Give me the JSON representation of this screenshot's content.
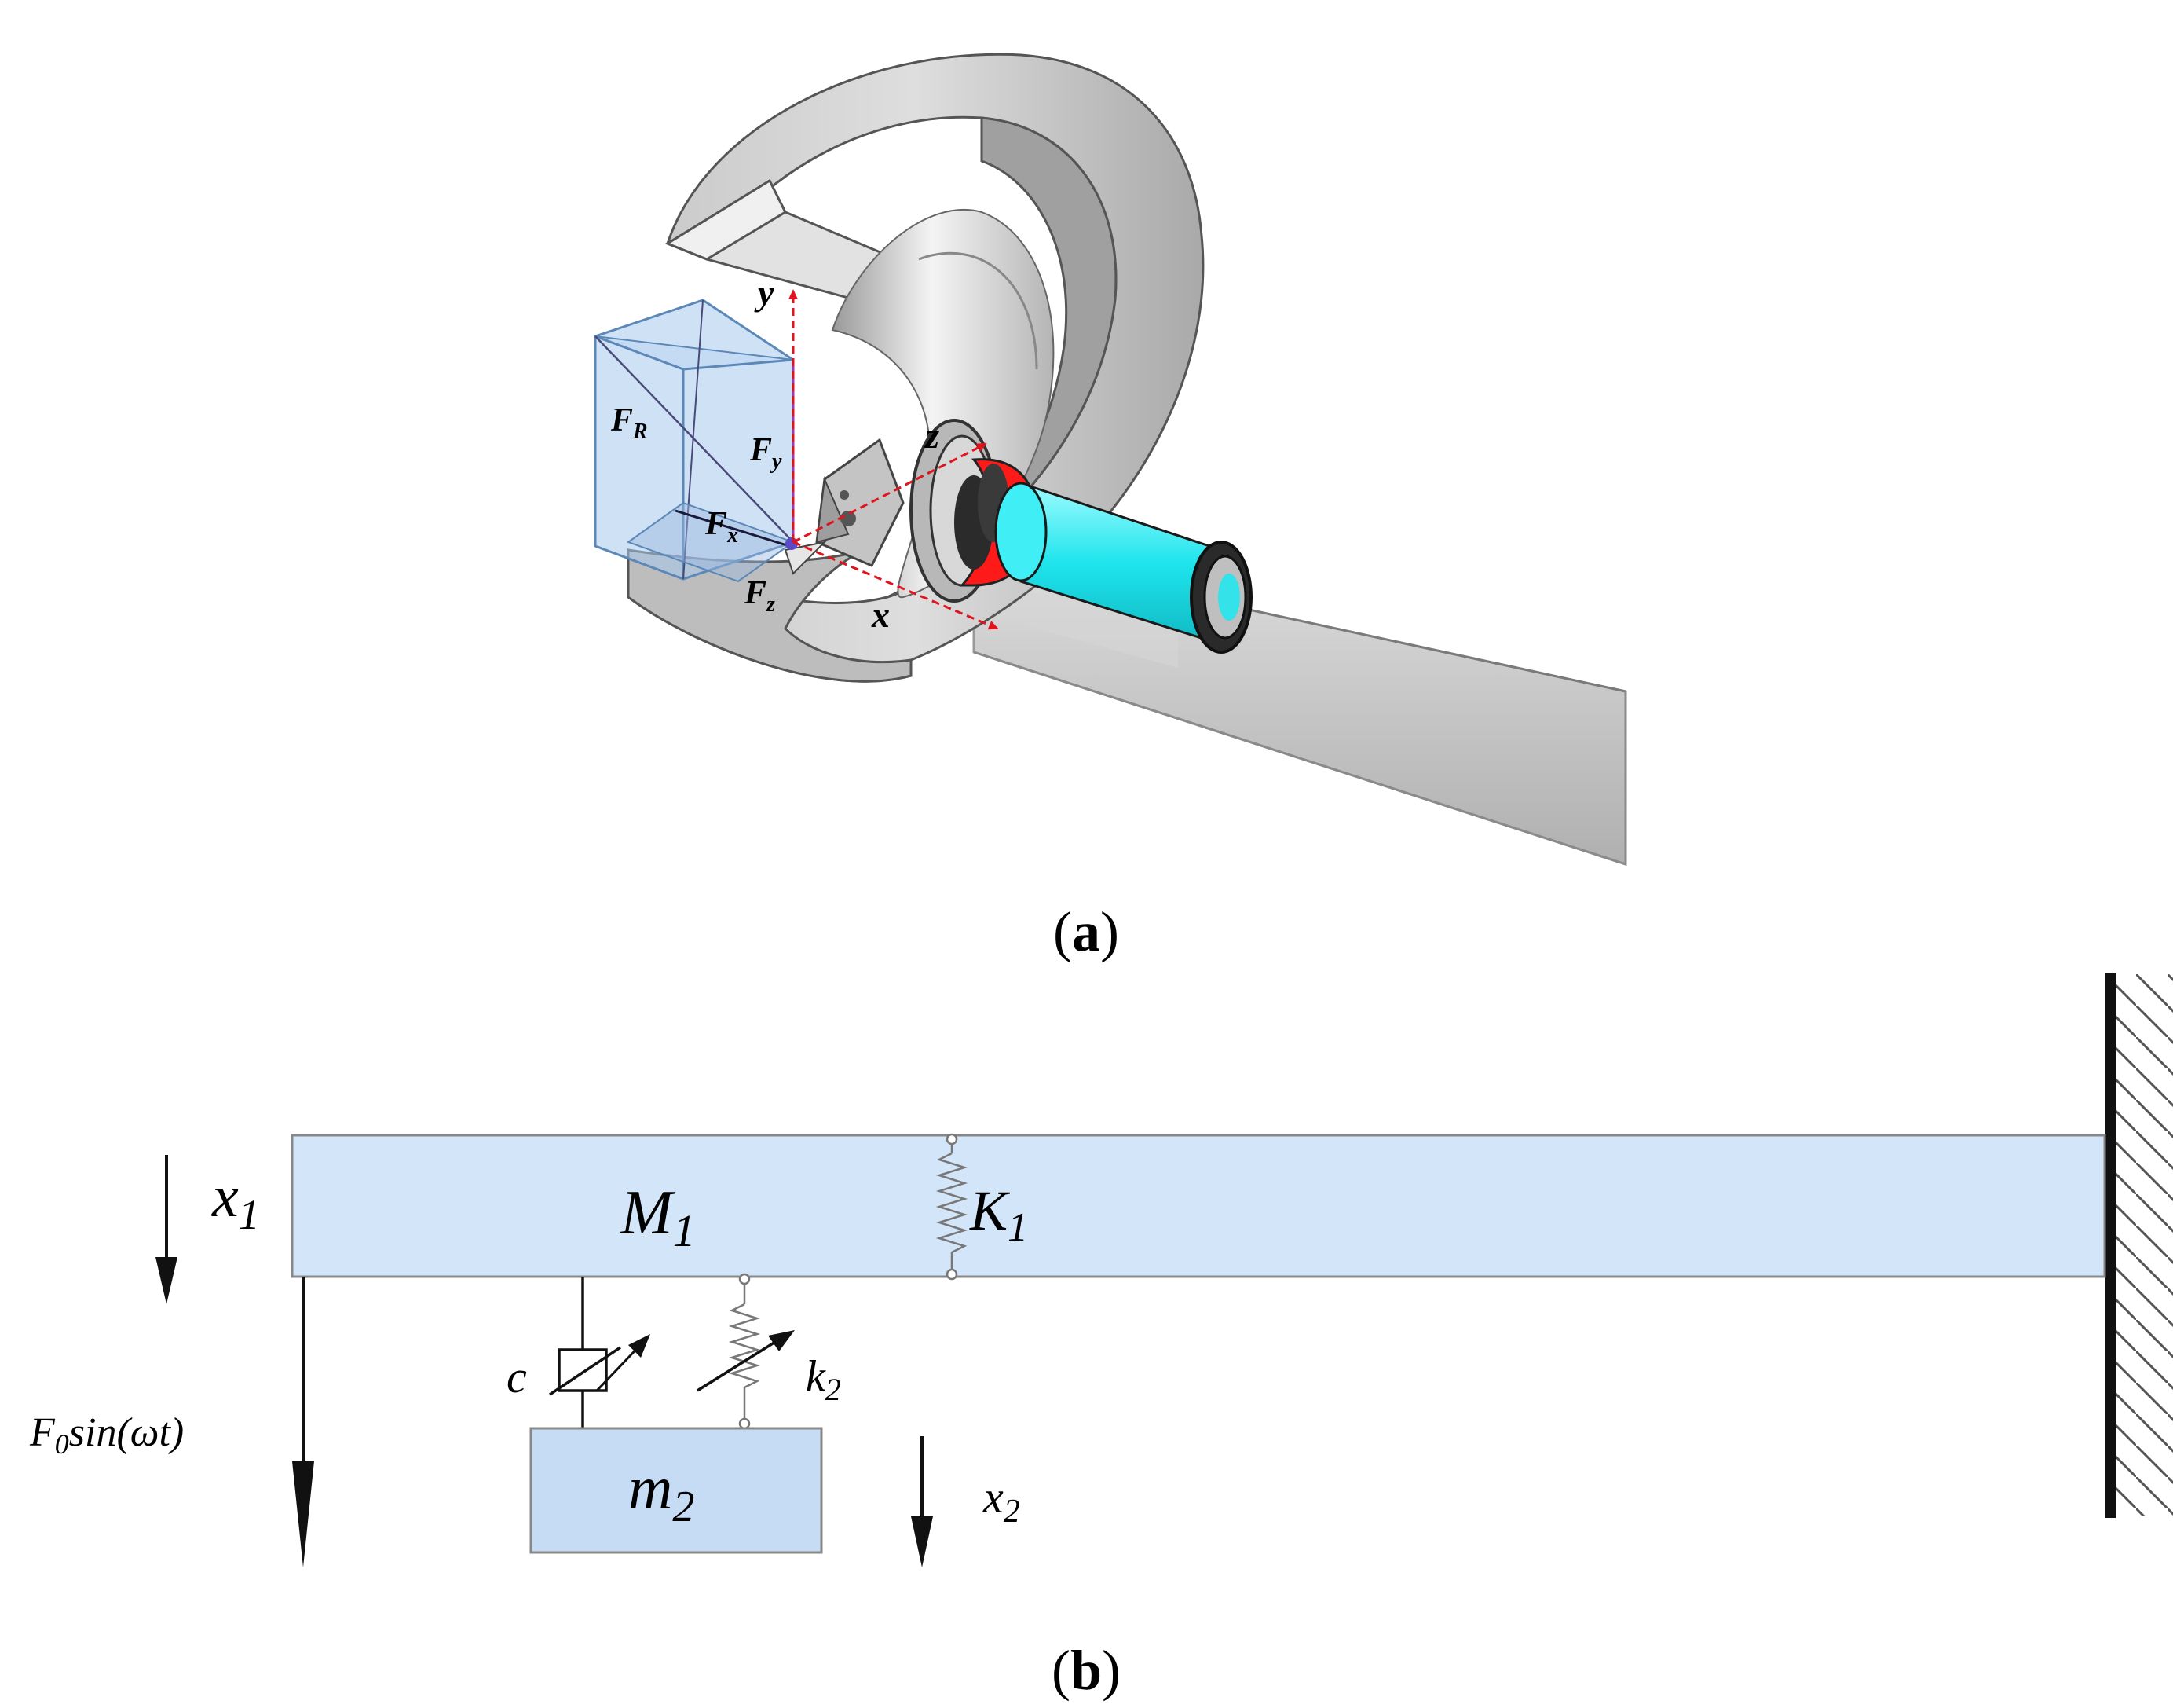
{
  "panel_a": {
    "caption": {
      "open": "(",
      "letter": "a",
      "close": ")"
    },
    "axes": {
      "x": "x",
      "y": "y",
      "z": "z"
    },
    "forces": {
      "resultant": {
        "base": "F",
        "sub": "R"
      },
      "fx": {
        "base": "F",
        "sub": "x"
      },
      "fy": {
        "base": "F",
        "sub": "y"
      },
      "fz": {
        "base": "F",
        "sub": "z"
      }
    },
    "colors": {
      "insert": "#ff1a1a",
      "damper_body": "#22e8ee",
      "force_box": "#a8c8ec",
      "axis_arrow": "#e0141e",
      "bar": "#cfcfcf"
    }
  },
  "panel_b": {
    "caption": {
      "open": "(",
      "letter": "b",
      "close": ")"
    },
    "beam_mass": {
      "base": "M",
      "sub": "1"
    },
    "beam_stiffness": {
      "base": "K",
      "sub": "1"
    },
    "beam_displacement": {
      "base": "x",
      "sub": "1"
    },
    "absorber_mass": {
      "base": "m",
      "sub": "2"
    },
    "absorber_stiffness": {
      "base": "k",
      "sub": "2"
    },
    "absorber_displacement": {
      "base": "x",
      "sub": "2"
    },
    "damping": "c",
    "excitation": {
      "base": "F",
      "sub": "0",
      "rest": "sin(ωt)"
    },
    "colors": {
      "beam_fill": "#d3e5f8",
      "beam_stroke": "#888888",
      "mass_fill": "#c6dcf5"
    }
  }
}
